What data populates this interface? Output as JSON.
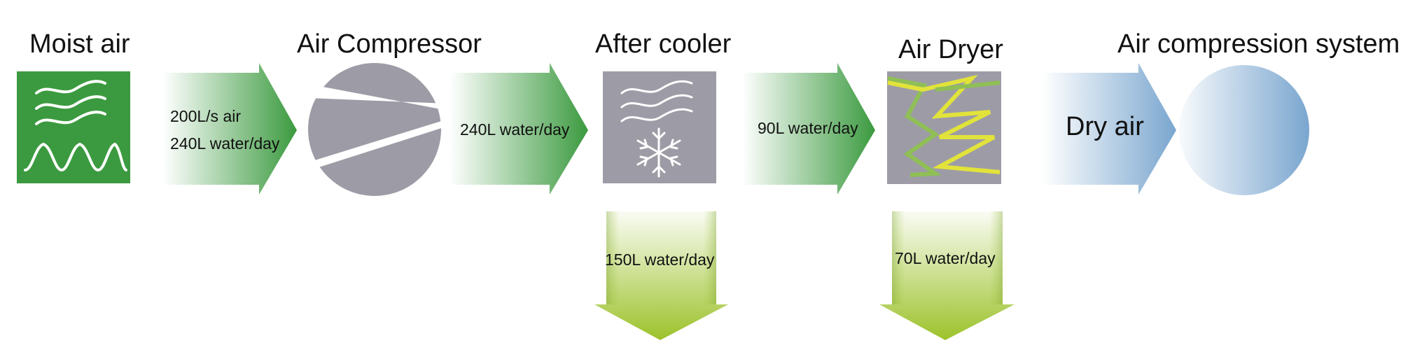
{
  "stages": [
    {
      "key": "moist-air",
      "title": "Moist air",
      "icon": "waves-and-water-icon"
    },
    {
      "key": "air-compressor",
      "title": "Air Compressor",
      "icon": "compressor-icon"
    },
    {
      "key": "after-cooler",
      "title": "After cooler",
      "icon": "air-and-snowflake-icon"
    },
    {
      "key": "air-dryer",
      "title": "Air Dryer",
      "icon": "zigzag-dryer-icon"
    },
    {
      "key": "air-compression-system",
      "title": "Air compression system",
      "icon": "tank-circle-icon"
    }
  ],
  "flows": {
    "inlet": {
      "line1": "200L/s air",
      "line2": "240L water/day"
    },
    "compressor_out": {
      "label": "240L water/day"
    },
    "cooler_out": {
      "label": "90L water/day"
    },
    "dryer_out": {
      "label": "Dry air"
    }
  },
  "drains": {
    "cooler": {
      "label": "150L water/day"
    },
    "dryer": {
      "label": "70L water/day"
    }
  },
  "colors": {
    "green": "#3b9a3f",
    "grey": "#9d9ca6",
    "drain_green": "#9cc22a",
    "blue": "#7aa6cf",
    "yellow": "#e2e33a",
    "light_green": "#8fbf55"
  }
}
